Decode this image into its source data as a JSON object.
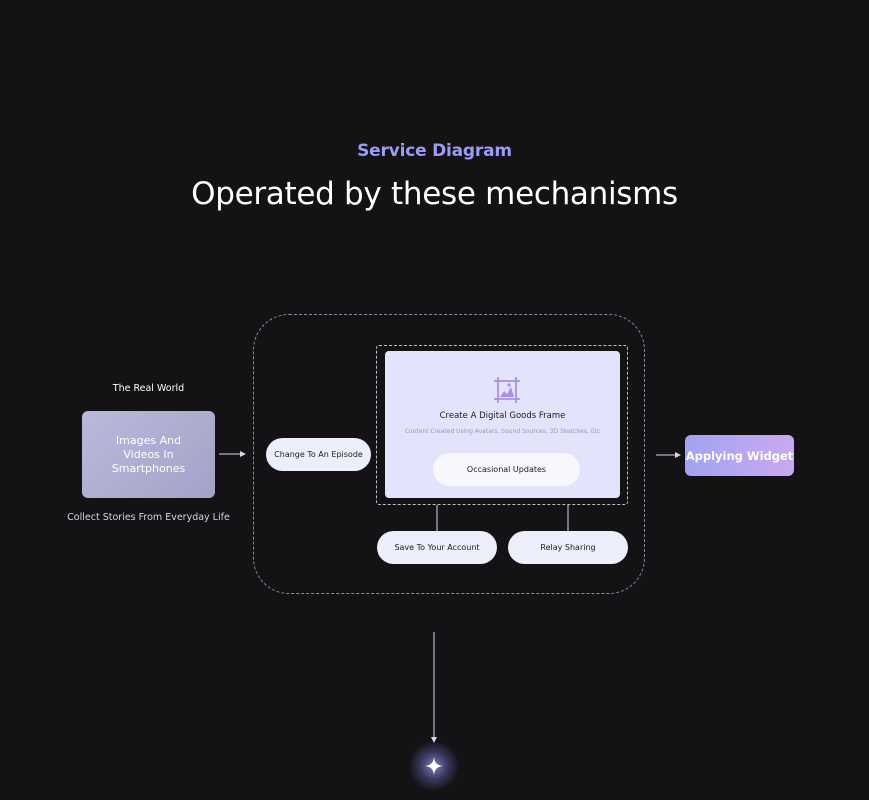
{
  "header": {
    "eyebrow": "Service Diagram",
    "title": "Operated by these mechanisms"
  },
  "source": {
    "label": "The Real World",
    "box_text": "Images And Videos In Smartphones",
    "caption": "Collect Stories From Everyday Life"
  },
  "mechanism": {
    "episode_label": "Change To An Episode",
    "frame_title": "Create A Digital Goods Frame",
    "frame_subtitle": "Content Created Using Avatars, Sound Sources, 3D Sketches, Etc",
    "updates_label": "Occasional Updates",
    "save_label": "Save To Your Account",
    "relay_label": "Relay Sharing"
  },
  "output": {
    "widget_label": "Applying Widget"
  },
  "icons": {
    "frame": "digital-frame-icon",
    "spark": "sparkle-icon"
  },
  "colors": {
    "background": "#141214",
    "accent": "#9d9cf5",
    "panel": "#e3e4fb",
    "pill": "#eceefb",
    "widget_start": "#a2a3f3",
    "widget_end": "#c9a9ef"
  }
}
